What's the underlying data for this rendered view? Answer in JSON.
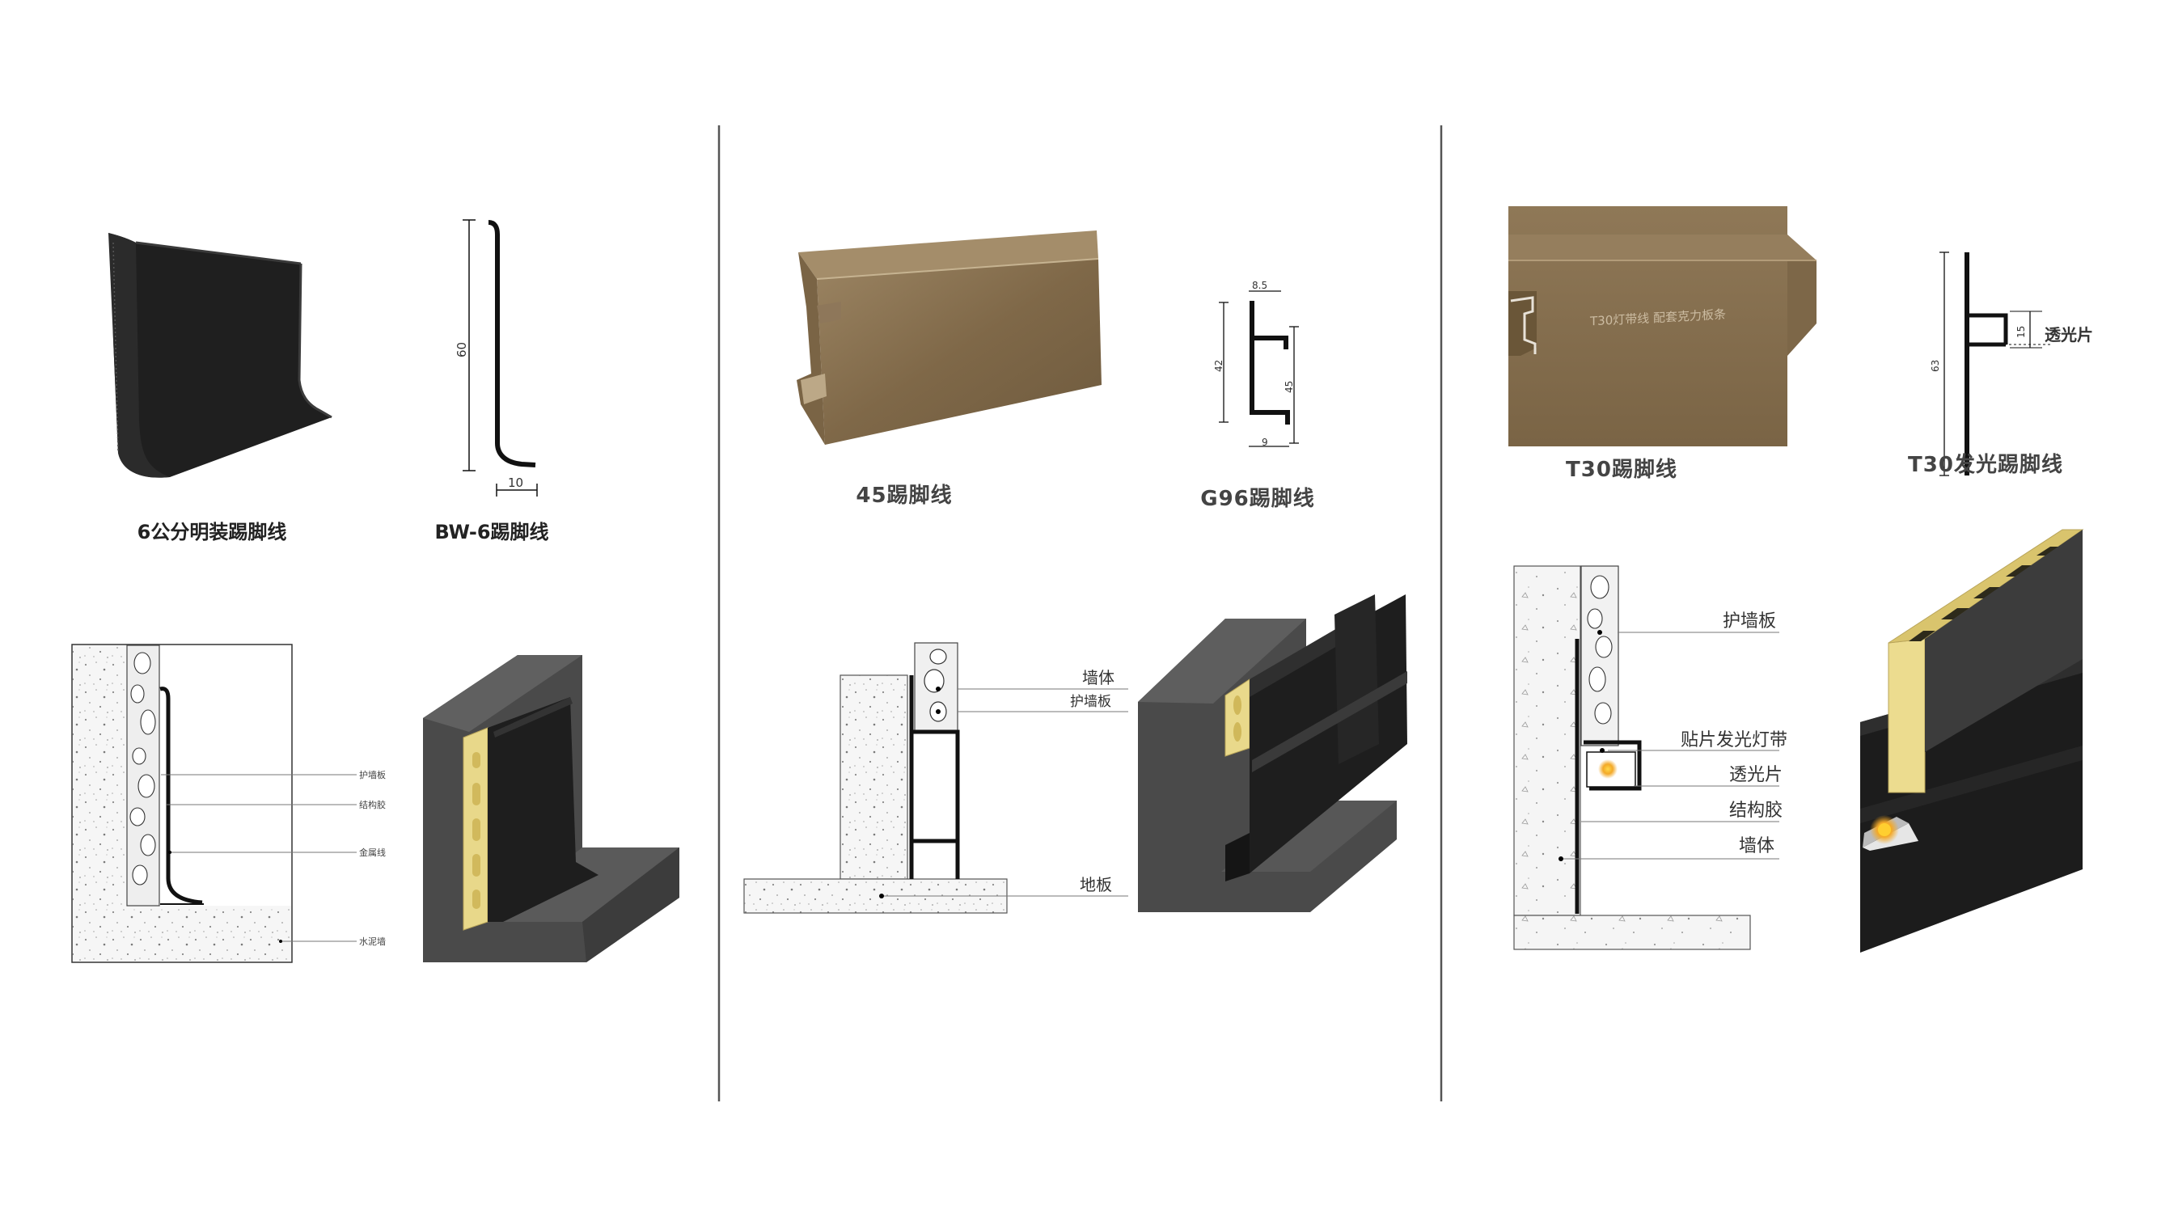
{
  "panel1": {
    "product_caption": "6公分明装踢脚线",
    "profile_caption": "BW-6踢脚线",
    "profile_height": "60",
    "profile_width": "10",
    "section_labels": [
      "护墙板",
      "结构胶",
      "金属线",
      "水泥墙"
    ]
  },
  "panel2": {
    "product_caption": "45踢脚线",
    "profile_caption": "G96踢脚线",
    "profile_dims": {
      "top": "8.5",
      "bottom": "9",
      "left": "42",
      "right": "45"
    },
    "section_labels": [
      "墙体",
      "护墙板",
      "地板"
    ]
  },
  "panel3": {
    "product_caption": "T30踢脚线",
    "product_imprint": "T30灯带线  配套克力板条",
    "profile_caption": "T30发光踢脚线",
    "profile_label": "透光片",
    "profile_dims": {
      "height": "63",
      "lip": "15"
    },
    "section_labels": [
      "护墙板",
      "贴片发光灯带",
      "透光片",
      "结构胶",
      "墙体"
    ]
  },
  "colors": {
    "black_profile": "#1e1e1e",
    "bronze": "#8a7354",
    "panel_yellow": "#ecdc8f",
    "wall_gray": "#4a4a4a",
    "divider": "#555555"
  }
}
